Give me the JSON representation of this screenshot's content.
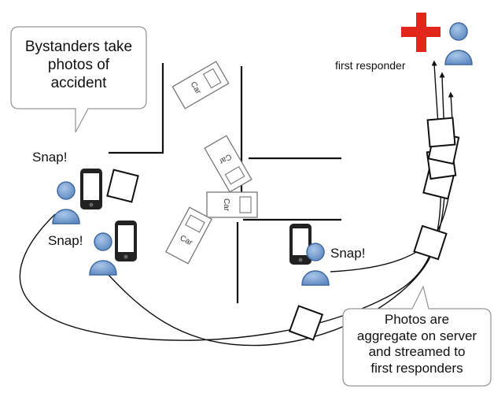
{
  "labels": {
    "first_responder": "first responder",
    "snap_1": "Snap!",
    "snap_2": "Snap!",
    "snap_3": "Snap!",
    "car": "Car"
  },
  "bubbles": {
    "bystanders": [
      "Bystanders take",
      "photos of",
      "accident"
    ],
    "server": [
      "Photos are",
      "aggregate on server",
      "and streamed to",
      "first responders"
    ]
  },
  "colors": {
    "person_fill": "#6f97c9",
    "person_stroke": "#3f6aa3",
    "cross": "#e3261b",
    "ink": "#111111"
  },
  "icons": [
    "person-icon",
    "phone-icon",
    "photo-icon",
    "car-icon",
    "red-cross-icon"
  ]
}
